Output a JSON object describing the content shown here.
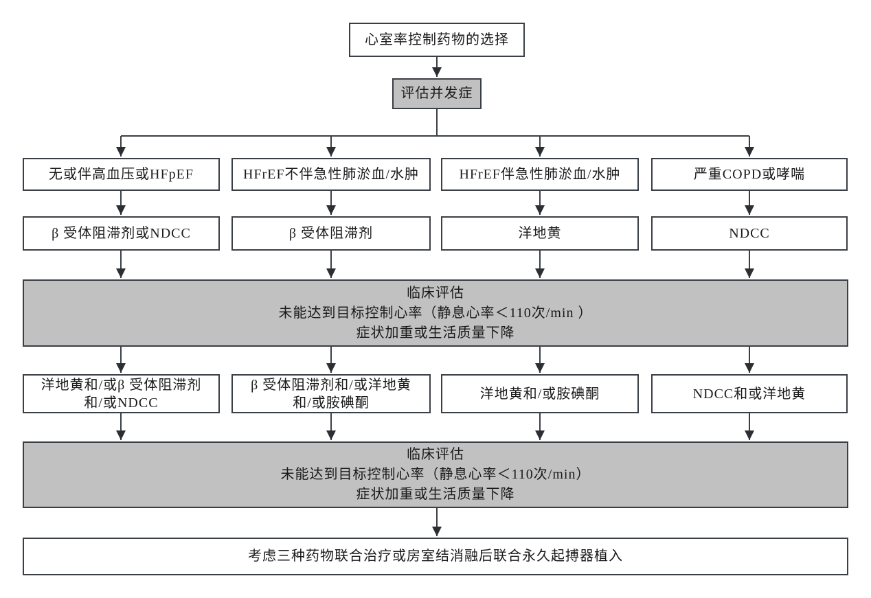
{
  "palette": {
    "border": "#3a3f45",
    "gray_fill": "#c1c1c1",
    "text": "#1a1a1a",
    "background": "#ffffff"
  },
  "flowchart": {
    "title": "心室率控制药物的选择",
    "assessment": "评估并发症",
    "columns": [
      {
        "condition": "无或伴高血压或HFpEF",
        "initial_therapy": "β 受体阻滞剂或NDCC",
        "escalation_therapy": "洋地黄和/或β 受体阻滞剂\n和/或NDCC"
      },
      {
        "condition": "HFrEF不伴急性肺淤血/水肿",
        "initial_therapy": "β 受体阻滞剂",
        "escalation_therapy": "β 受体阻滞剂和/或洋地黄\n和/或胺碘酮"
      },
      {
        "condition": "HFrEF伴急性肺淤血/水肿",
        "initial_therapy": "洋地黄",
        "escalation_therapy": "洋地黄和/或胺碘酮"
      },
      {
        "condition": "严重COPD或哮喘",
        "initial_therapy": "NDCC",
        "escalation_therapy": "NDCC和或洋地黄"
      }
    ],
    "clinical_eval_1": "临床评估\n未能达到目标控制心率（静息心率＜110次/min ）\n症状加重或生活质量下降",
    "clinical_eval_2": "临床评估\n未能达到目标控制心率（静息心率＜110次/min）\n症状加重或生活质量下降",
    "final_step": "考虑三种药物联合治疗或房室结消融后联合永久起搏器植入"
  }
}
